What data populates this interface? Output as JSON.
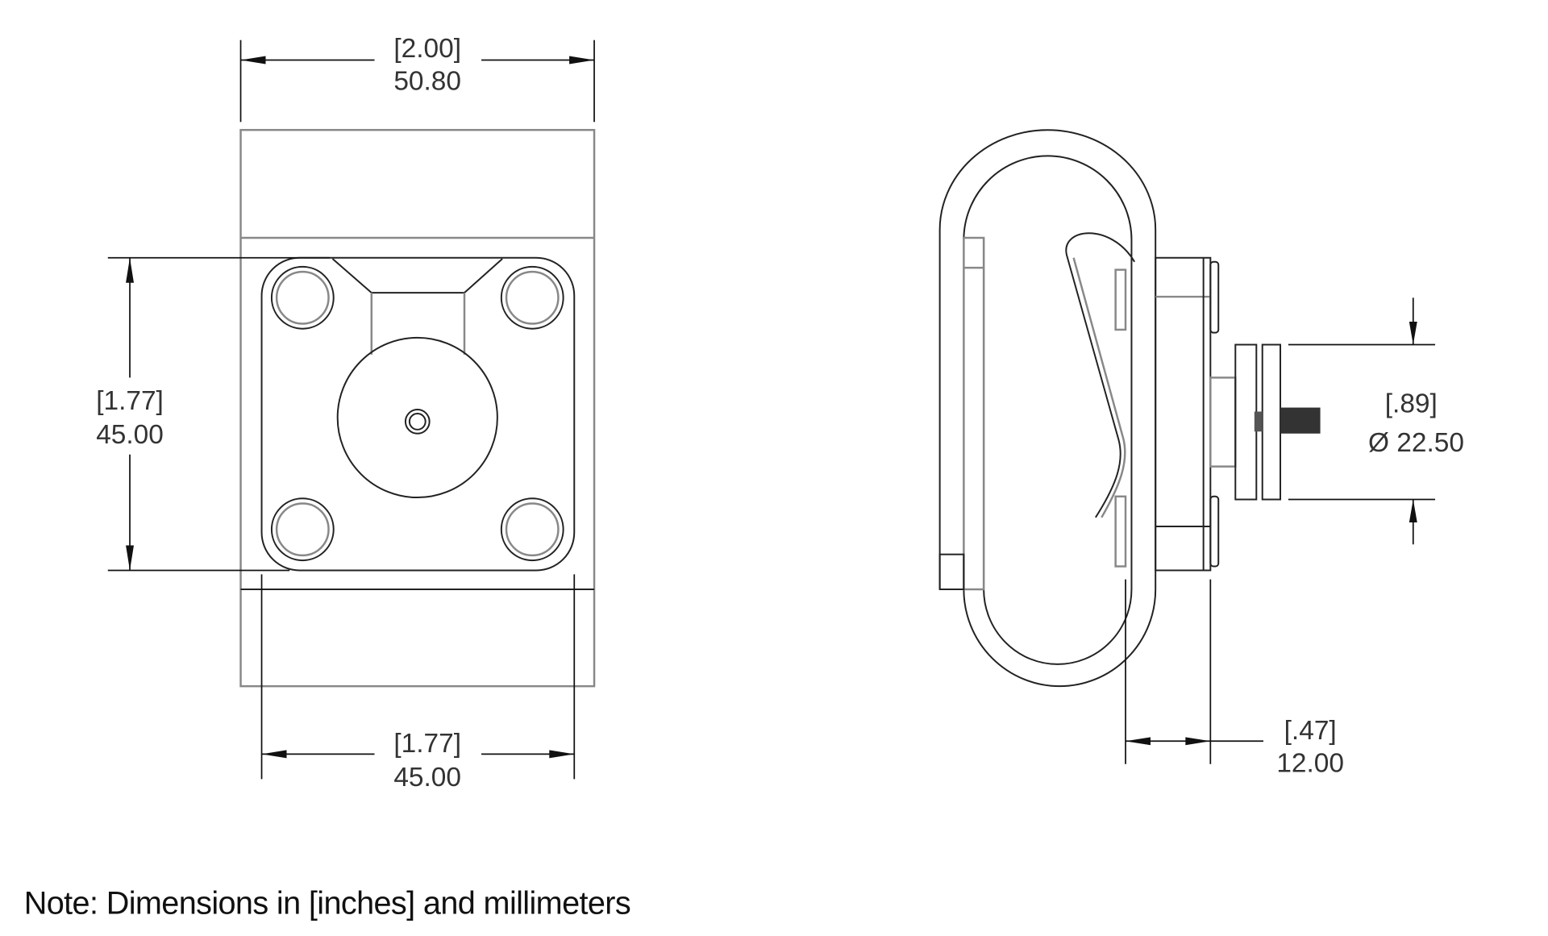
{
  "front_view": {
    "width": {
      "inches": "[2.00]",
      "mm": "50.80"
    },
    "height": {
      "inches": "[1.77]",
      "mm": "45.00"
    },
    "plate_width": {
      "inches": "[1.77]",
      "mm": "45.00"
    }
  },
  "side_view": {
    "disc_diameter": {
      "inches": "[.89]",
      "mm": "Ø 22.50"
    },
    "depth": {
      "inches": "[.47]",
      "mm": "12.00"
    }
  },
  "note": "Note: Dimensions in [inches] and millimeters"
}
